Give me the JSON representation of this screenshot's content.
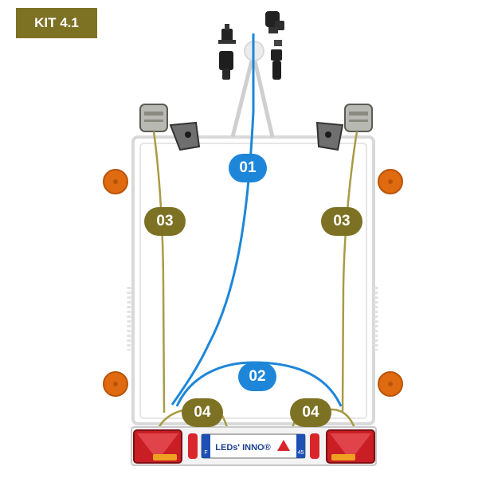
{
  "kit_label": "KIT 4.1",
  "colors": {
    "olive": "#7d7124",
    "blue_cable": "#1d86d9",
    "frame": "#d7d7d7",
    "marker_orange": "#e06a10",
    "tail_red": "#c81e24"
  },
  "cables": {
    "c01": "01",
    "c02": "02",
    "c03_left": "03",
    "c03_right": "03",
    "c04_left": "04",
    "c04_right": "04"
  },
  "plate": {
    "brand": "LEDs' INNO®",
    "country_code": "F",
    "dept_code": "45"
  },
  "icons": {
    "connectors": "plug-connector-icon",
    "front_lamps": "front-position-lamp-icon",
    "brackets": "mounting-bracket-icon",
    "side_markers": "side-marker-lamp-icon",
    "rear_lamps": "rear-combination-lamp-icon"
  }
}
